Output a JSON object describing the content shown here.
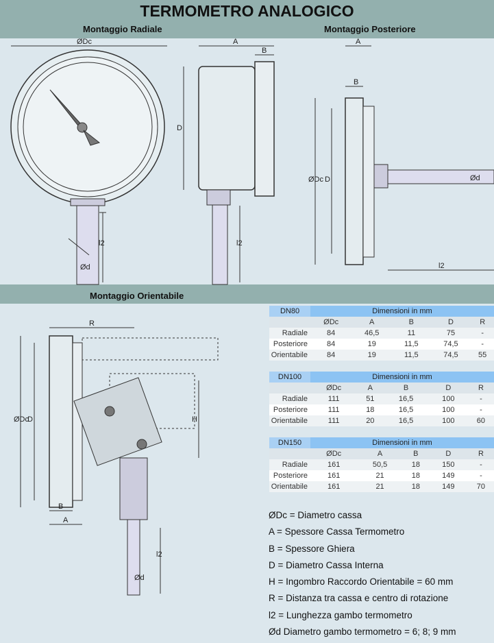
{
  "title": "TERMOMETRO ANALOGICO",
  "sections": {
    "radiale": "Montaggio Radiale",
    "posteriore": "Montaggio Posteriore",
    "orientabile": "Montaggio Orientabile"
  },
  "labels": {
    "dc": "ØDc",
    "a": "A",
    "b": "B",
    "d": "D",
    "l2": "l2",
    "dd": "Ød",
    "r": "R",
    "h": "H"
  },
  "tables": [
    {
      "name": "DN80",
      "header": "Dimensioni in mm",
      "cols": [
        "ØDc",
        "A",
        "B",
        "D",
        "R"
      ],
      "rows": [
        {
          "label": "Radiale",
          "v": [
            "84",
            "46,5",
            "11",
            "75",
            "-"
          ]
        },
        {
          "label": "Posteriore",
          "v": [
            "84",
            "19",
            "11,5",
            "74,5",
            "-"
          ]
        },
        {
          "label": "Orientabile",
          "v": [
            "84",
            "19",
            "11,5",
            "74,5",
            "55"
          ]
        }
      ]
    },
    {
      "name": "DN100",
      "header": "Dimensioni in mm",
      "cols": [
        "ØDc",
        "A",
        "B",
        "D",
        "R"
      ],
      "rows": [
        {
          "label": "Radiale",
          "v": [
            "111",
            "51",
            "16,5",
            "100",
            "-"
          ]
        },
        {
          "label": "Posteriore",
          "v": [
            "111",
            "18",
            "16,5",
            "100",
            "-"
          ]
        },
        {
          "label": "Orientabile",
          "v": [
            "111",
            "20",
            "16,5",
            "100",
            "60"
          ]
        }
      ]
    },
    {
      "name": "DN150",
      "header": "Dimensioni in mm",
      "cols": [
        "ØDc",
        "A",
        "B",
        "D",
        "R"
      ],
      "rows": [
        {
          "label": "Radiale",
          "v": [
            "161",
            "50,5",
            "18",
            "150",
            "-"
          ]
        },
        {
          "label": "Posteriore",
          "v": [
            "161",
            "21",
            "18",
            "149",
            "-"
          ]
        },
        {
          "label": "Orientabile",
          "v": [
            "161",
            "21",
            "18",
            "149",
            "70"
          ]
        }
      ]
    }
  ],
  "legend": [
    "ØDc = Diametro cassa",
    "A = Spessore Cassa Termometro",
    "B = Spessore Ghiera",
    "D = Diametro Cassa Interna",
    "H = Ingombro Raccordo Orientabile = 60 mm",
    "R = Distanza tra cassa e centro di rotazione",
    "l2 =  Lunghezza gambo termometro",
    "Ød     Diametro gambo termometro = 6; 8; 9 mm"
  ]
}
